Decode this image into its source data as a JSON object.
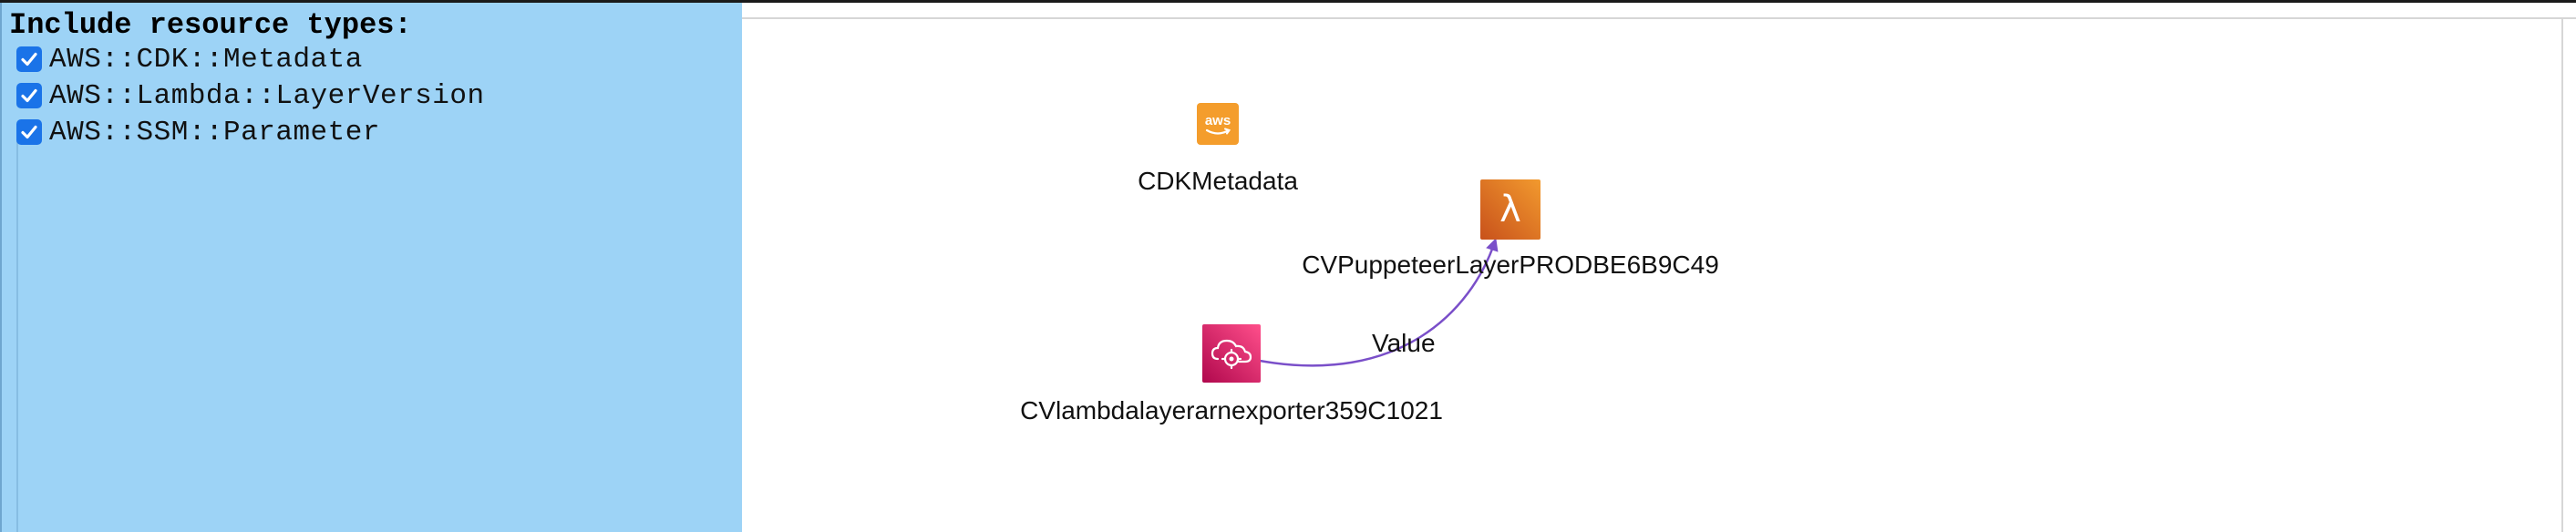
{
  "filter_panel": {
    "title": "Include resource types:",
    "options": [
      {
        "label": "AWS::CDK::Metadata",
        "checked": true
      },
      {
        "label": "AWS::Lambda::LayerVersion",
        "checked": true
      },
      {
        "label": "AWS::SSM::Parameter",
        "checked": true
      }
    ]
  },
  "graph": {
    "nodes": [
      {
        "name": "CDKMetadata",
        "type": "AWS::CDK::Metadata",
        "icon": "aws-logo-icon",
        "icon_badge": "aws",
        "color": "#f49d2c"
      },
      {
        "name": "CVPuppeteerLayerPRODBE6B9C49",
        "type": "AWS::Lambda::LayerVersion",
        "icon": "lambda-icon",
        "icon_glyph": "λ",
        "color": "#e07e25"
      },
      {
        "name": "CVlambdalayerarnexporter359C1021",
        "type": "AWS::SSM::Parameter",
        "icon": "ssm-parameter-icon",
        "color": "#c2245a"
      }
    ],
    "edges": [
      {
        "from": "CVlambdalayerarnexporter359C1021",
        "to": "CVPuppeteerLayerPRODBE6B9C49",
        "label": "Value",
        "color": "#7a4fc9"
      }
    ]
  },
  "colors": {
    "panel_background": "#9dd3f6",
    "checkbox": "#1a73e8",
    "edge": "#7a4fc9"
  }
}
